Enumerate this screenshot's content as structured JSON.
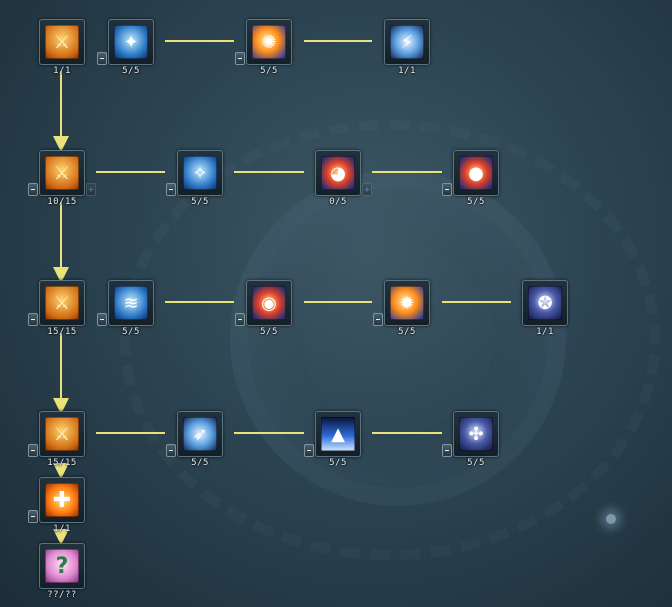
{
  "skill_tree": {
    "colors": {
      "connector": "#e9e27a",
      "label": "#e6eef2"
    },
    "nodes": [
      {
        "id": "r1-c0",
        "icon": "crossed-swords-star1-icon",
        "level": "1/1",
        "minus": false,
        "plus": false,
        "style": "i-gold",
        "glyph": "⚔"
      },
      {
        "id": "r1-c1",
        "icon": "ice-mage-icon",
        "level": "5/5",
        "minus": true,
        "plus": false,
        "style": "i-blue",
        "glyph": "✦"
      },
      {
        "id": "r1-c2",
        "icon": "flame-spin-icon",
        "level": "5/5",
        "minus": true,
        "plus": false,
        "style": "i-fire",
        "glyph": "✺"
      },
      {
        "id": "r1-c3",
        "icon": "lightning-dash-icon",
        "level": "1/1",
        "minus": false,
        "plus": false,
        "style": "i-ice",
        "glyph": "⚡"
      },
      {
        "id": "r2-c0",
        "icon": "crossed-swords-star2-icon",
        "level": "10/15",
        "minus": true,
        "plus": true,
        "style": "i-gold",
        "glyph": "⚔"
      },
      {
        "id": "r2-c1",
        "icon": "light-burst-icon",
        "level": "5/5",
        "minus": true,
        "plus": false,
        "style": "i-blue",
        "glyph": "✧"
      },
      {
        "id": "r2-c2",
        "icon": "fire-swirl-icon",
        "level": "0/5",
        "minus": false,
        "plus": true,
        "style": "i-red",
        "glyph": "◕"
      },
      {
        "id": "r2-c3",
        "icon": "fire-orb-icon",
        "level": "5/5",
        "minus": true,
        "plus": false,
        "style": "i-red",
        "glyph": "●"
      },
      {
        "id": "r3-c0",
        "icon": "crossed-swords-star3-icon",
        "level": "15/15",
        "minus": true,
        "plus": false,
        "style": "i-gold",
        "glyph": "⚔"
      },
      {
        "id": "r3-c1",
        "icon": "water-wave-icon",
        "level": "5/5",
        "minus": true,
        "plus": false,
        "style": "i-blue",
        "glyph": "≋"
      },
      {
        "id": "r3-c2",
        "icon": "vortex-icon",
        "level": "5/5",
        "minus": true,
        "plus": false,
        "style": "i-red",
        "glyph": "◉"
      },
      {
        "id": "r3-c3",
        "icon": "fire-strike-icon",
        "level": "5/5",
        "minus": true,
        "plus": false,
        "style": "i-fire",
        "glyph": "✹"
      },
      {
        "id": "r3-c4",
        "icon": "shadow-spin-icon",
        "level": "1/1",
        "minus": false,
        "plus": false,
        "style": "i-dark",
        "glyph": "✪"
      },
      {
        "id": "r4-c0",
        "icon": "crossed-swords-max-icon",
        "level": "15/15",
        "minus": true,
        "plus": false,
        "style": "i-gold",
        "glyph": "⚔"
      },
      {
        "id": "r4-c1",
        "icon": "blade-slash-icon",
        "level": "5/5",
        "minus": true,
        "plus": false,
        "style": "i-ice",
        "glyph": "➶"
      },
      {
        "id": "r4-c2",
        "icon": "crystal-field-icon",
        "level": "5/5",
        "minus": true,
        "plus": false,
        "style": "i-crystal",
        "glyph": "▲"
      },
      {
        "id": "r4-c3",
        "icon": "wind-spin-icon",
        "level": "5/5",
        "minus": true,
        "plus": false,
        "style": "i-dark",
        "glyph": "✣"
      },
      {
        "id": "r5-c0",
        "icon": "golden-cross-icon",
        "level": "1/1",
        "minus": true,
        "plus": false,
        "style": "i-cross",
        "glyph": "✚"
      },
      {
        "id": "r6-c0",
        "icon": "mystery-skill-icon",
        "level": "??/??",
        "minus": false,
        "plus": false,
        "style": "i-pink",
        "glyph": "?"
      }
    ]
  }
}
